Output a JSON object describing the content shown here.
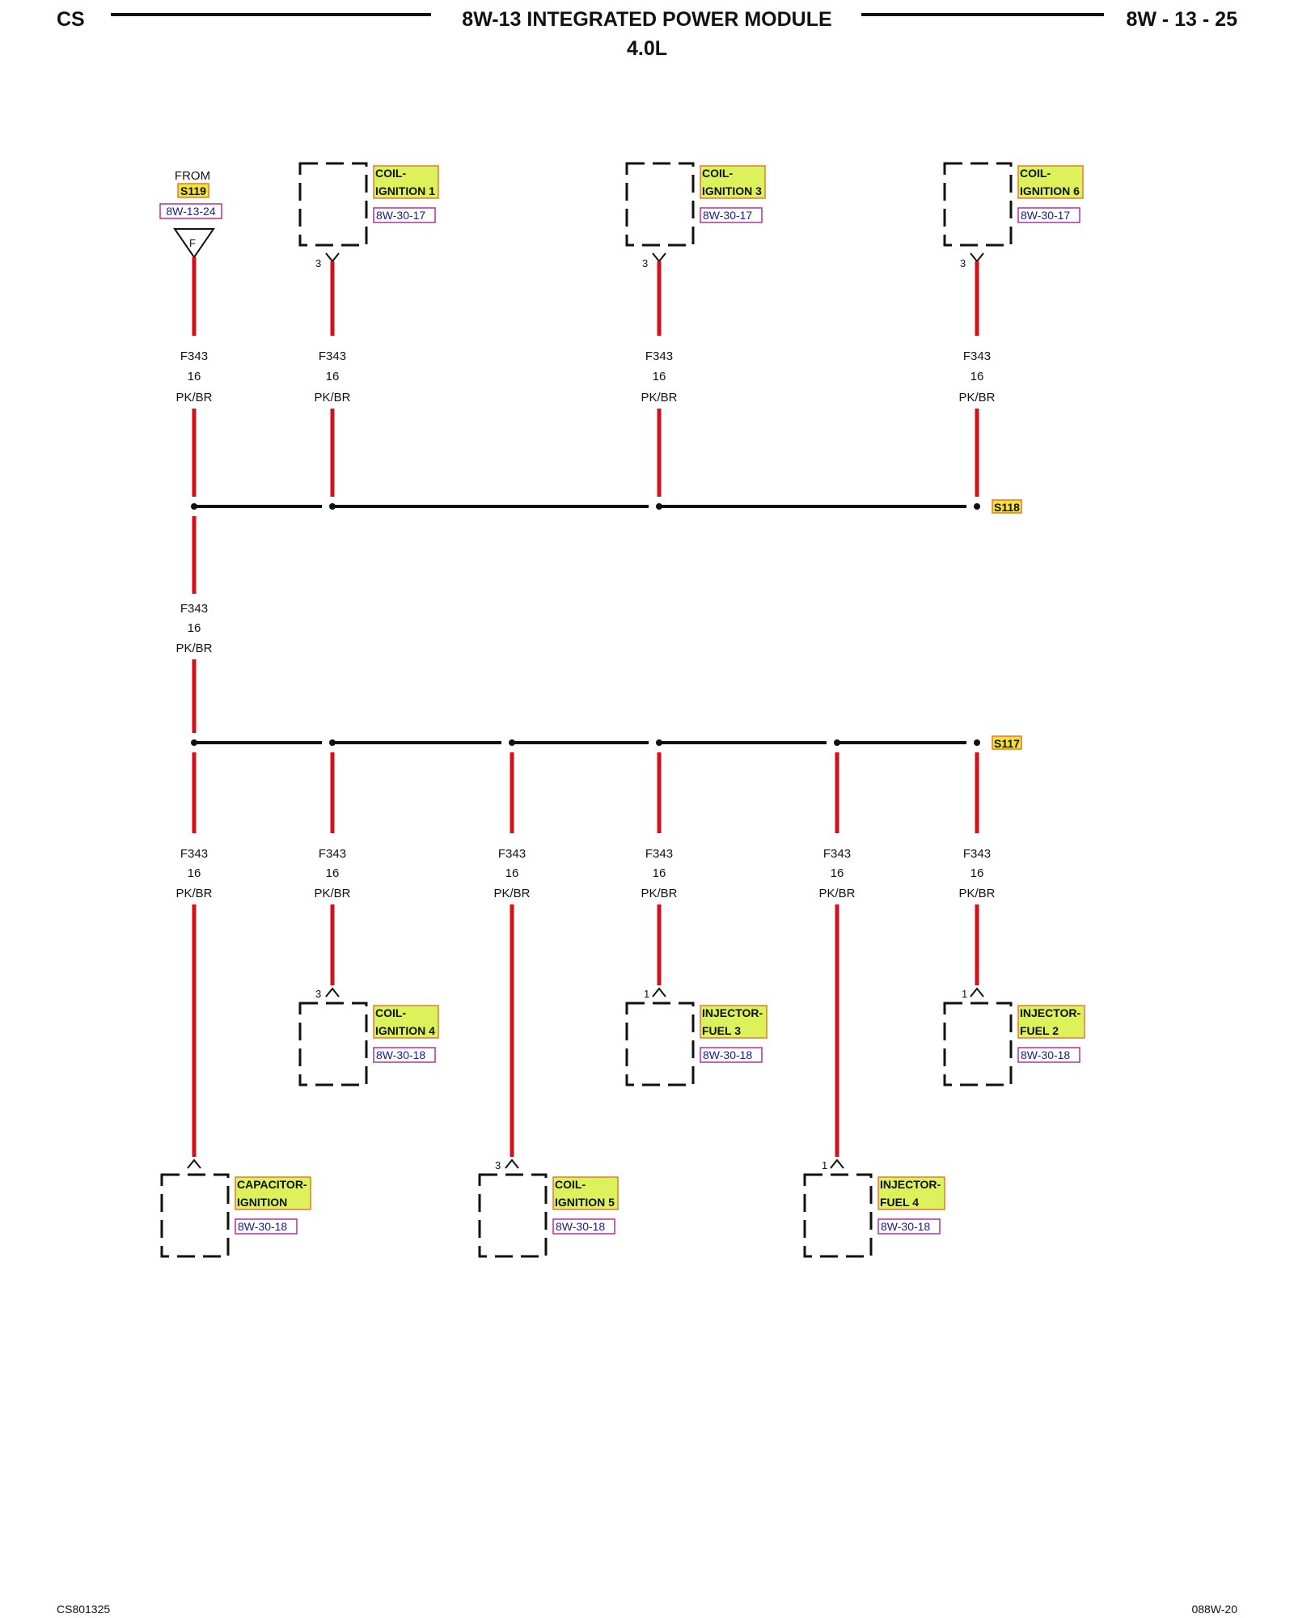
{
  "header": {
    "left_code": "CS",
    "title": "8W-13 INTEGRATED POWER MODULE",
    "subtitle": "4.0L",
    "page_number": "8W - 13 - 25"
  },
  "footer": {
    "left_code": "CS801325",
    "right_code": "088W-20"
  },
  "source": {
    "from_label": "FROM",
    "splice": "S119",
    "ref": "8W-13-24",
    "connector_letter": "F"
  },
  "wire": {
    "circuit": "F343",
    "gauge": "16",
    "color": "PK/BR"
  },
  "splices": {
    "upper": "S118",
    "lower": "S117"
  },
  "components": {
    "coil_ignition_1": {
      "line1": "COIL-",
      "line2": "IGNITION 1",
      "ref": "8W-30-17",
      "pin": "3"
    },
    "coil_ignition_3": {
      "line1": "COIL-",
      "line2": "IGNITION 3",
      "ref": "8W-30-17",
      "pin": "3"
    },
    "coil_ignition_6": {
      "line1": "COIL-",
      "line2": "IGNITION 6",
      "ref": "8W-30-17",
      "pin": "3"
    },
    "coil_ignition_4": {
      "line1": "COIL-",
      "line2": "IGNITION 4",
      "ref": "8W-30-18",
      "pin": "3"
    },
    "injector_fuel_3": {
      "line1": "INJECTOR-",
      "line2": "FUEL 3",
      "ref": "8W-30-18",
      "pin": "1"
    },
    "injector_fuel_2": {
      "line1": "INJECTOR-",
      "line2": "FUEL 2",
      "ref": "8W-30-18",
      "pin": "1"
    },
    "capacitor_ignition": {
      "line1": "CAPACITOR-",
      "line2": "IGNITION",
      "ref": "8W-30-18",
      "pin": ""
    },
    "coil_ignition_5": {
      "line1": "COIL-",
      "line2": "IGNITION 5",
      "ref": "8W-30-18",
      "pin": "3"
    },
    "injector_fuel_4": {
      "line1": "INJECTOR-",
      "line2": "FUEL 4",
      "ref": "8W-30-18",
      "pin": "1"
    }
  },
  "colors": {
    "wire": "#d4101a",
    "component_highlight": "#ddf25a",
    "component_border": "#e07a30",
    "ref_border": "#b0309a",
    "splice_highlight": "#f2e23a"
  }
}
